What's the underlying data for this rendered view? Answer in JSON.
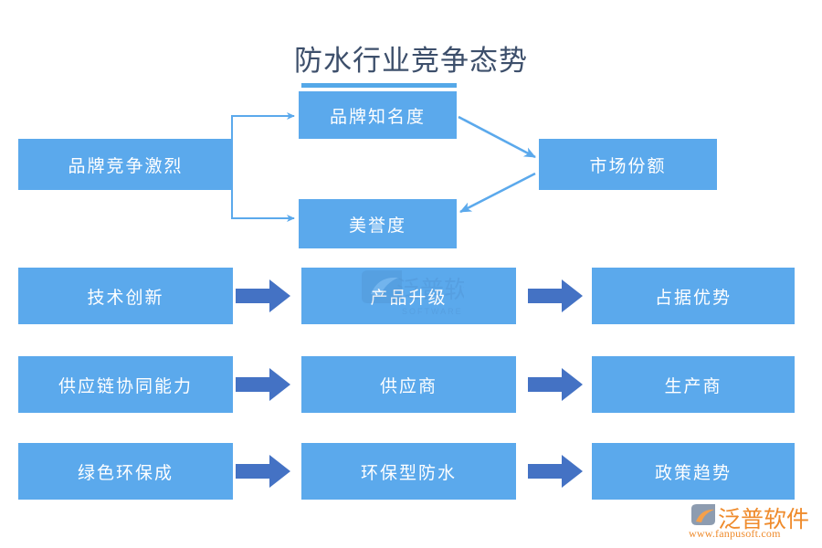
{
  "title": {
    "text": "防水行业竞争态势",
    "color": "#3d4f6b",
    "underline_color": "#55a8e8"
  },
  "colors": {
    "box_fill": "#5BA9EC",
    "box_text": "#ffffff",
    "thin_connector": "#5BA9EC",
    "block_arrow": "#4472C4",
    "logo_orange": "#ef8b2c",
    "logo_mark_gray": "#8d9cb0"
  },
  "top_section": {
    "source": {
      "label": "品牌竞争激烈"
    },
    "branches": [
      {
        "label": "品牌知名度"
      },
      {
        "label": "美誉度"
      }
    ],
    "outcome": {
      "label": "市场份额"
    }
  },
  "rows": [
    {
      "boxes": [
        {
          "label": "技术创新"
        },
        {
          "label": "产品升级"
        },
        {
          "label": "占据优势"
        }
      ]
    },
    {
      "boxes": [
        {
          "label": "供应链协同能力"
        },
        {
          "label": "供应商"
        },
        {
          "label": "生产商"
        }
      ]
    },
    {
      "boxes": [
        {
          "label": "绿色环保成"
        },
        {
          "label": "环保型防水"
        },
        {
          "label": "政策趋势"
        }
      ]
    }
  ],
  "watermark": {
    "brand": "泛普软件",
    "sub": "SOFTWARE"
  },
  "logo": {
    "brand": "泛普软件",
    "url": "www.fanpusoft.com"
  }
}
